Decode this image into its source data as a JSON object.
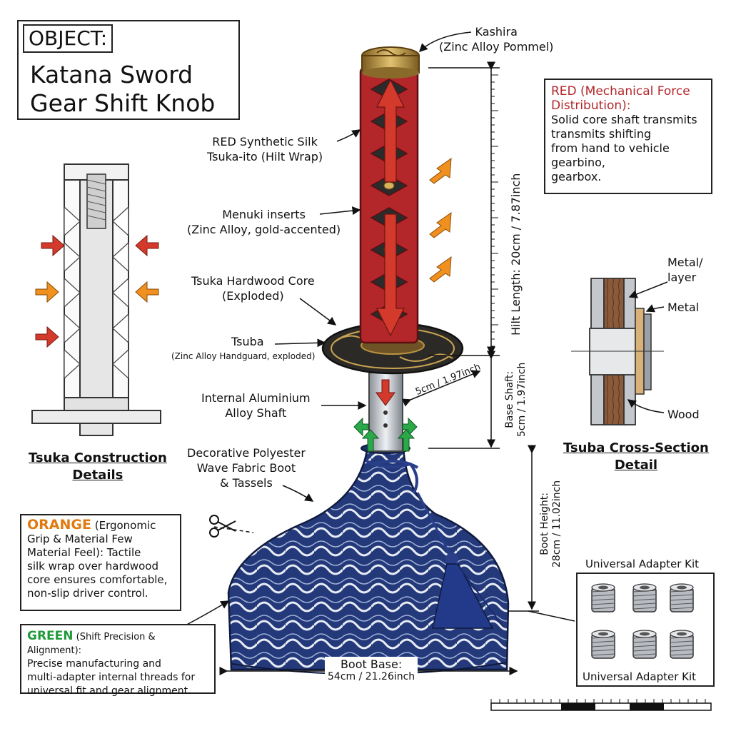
{
  "object_box": {
    "heading": "OBJECT:",
    "title_line1": "Katana Sword",
    "title_line2": "Gear Shift Knob"
  },
  "labels": {
    "kashira": [
      "Kashira",
      "(Zinc Alloy Pommel)"
    ],
    "tsuka_ito": [
      "RED Synthetic Silk",
      "Tsuka-ito (Hilt Wrap)"
    ],
    "menuki": [
      "Menuki inserts",
      "(Zinc Alloy, gold-accented)"
    ],
    "core": [
      "Tsuka Hardwood Core",
      "(Exploded)"
    ],
    "tsuba": "Tsuba",
    "tsuba_sub": "(Zinc Alloy Handguard, exploded)",
    "shaft": [
      "Internal Aluminium",
      "Alloy Shaft"
    ],
    "shaft_dim": "5cm / 1.97inch",
    "boot": [
      "Decorative Polyester",
      "Wave Fabric Boot",
      "& Tassels"
    ],
    "boot_base": [
      "Boot Base:",
      "54cm / 21.26inch"
    ]
  },
  "dimensions": {
    "hilt": "Hilt Length: 20cm / 7.87inch",
    "base_shaft": [
      "Base Shaft:",
      "5cm / 1.97inch"
    ],
    "boot_height": [
      "Boot Height:",
      "28cm / 11.02inch"
    ]
  },
  "red_box": {
    "title": "RED (Mechanical Force Distribution):",
    "lines": [
      "Solid core shaft transmits",
      "transmits shifting",
      "from hand to vehicle",
      "gearbino,",
      "gearbox."
    ]
  },
  "orange_box": {
    "keyword": "ORANGE",
    "rest_line1": " (Ergonomic",
    "lines": [
      "Grip & Material Few",
      "Material Feel): Tactile",
      "silk wrap over hardwood",
      "core ensures comfortable,",
      "non-slip driver control."
    ]
  },
  "green_box": {
    "keyword": "GREEN",
    "rest_line1": " (Shift Precision & Alignment):",
    "lines": [
      "Precise manufacturing and",
      "multi-adapter internal threads for",
      "universal fit and gear alignment."
    ]
  },
  "tsuka_detail": [
    "Tsuka Construction",
    "Details"
  ],
  "tsuba_detail": {
    "title": [
      "Tsuba Cross-Section",
      "Detail"
    ],
    "metal_layer": [
      "Metal/",
      "layer"
    ],
    "metal": "Metal",
    "wood": "Wood"
  },
  "adapter_kit": {
    "top_label": "Universal Adapter Kit",
    "bottom_label": "Universal Adapter Kit"
  },
  "colors": {
    "red": "#b3262a",
    "orange": "#f0901e",
    "green": "#2aa84a",
    "navy": "#1c2f66",
    "gold": "#b08a3a"
  }
}
